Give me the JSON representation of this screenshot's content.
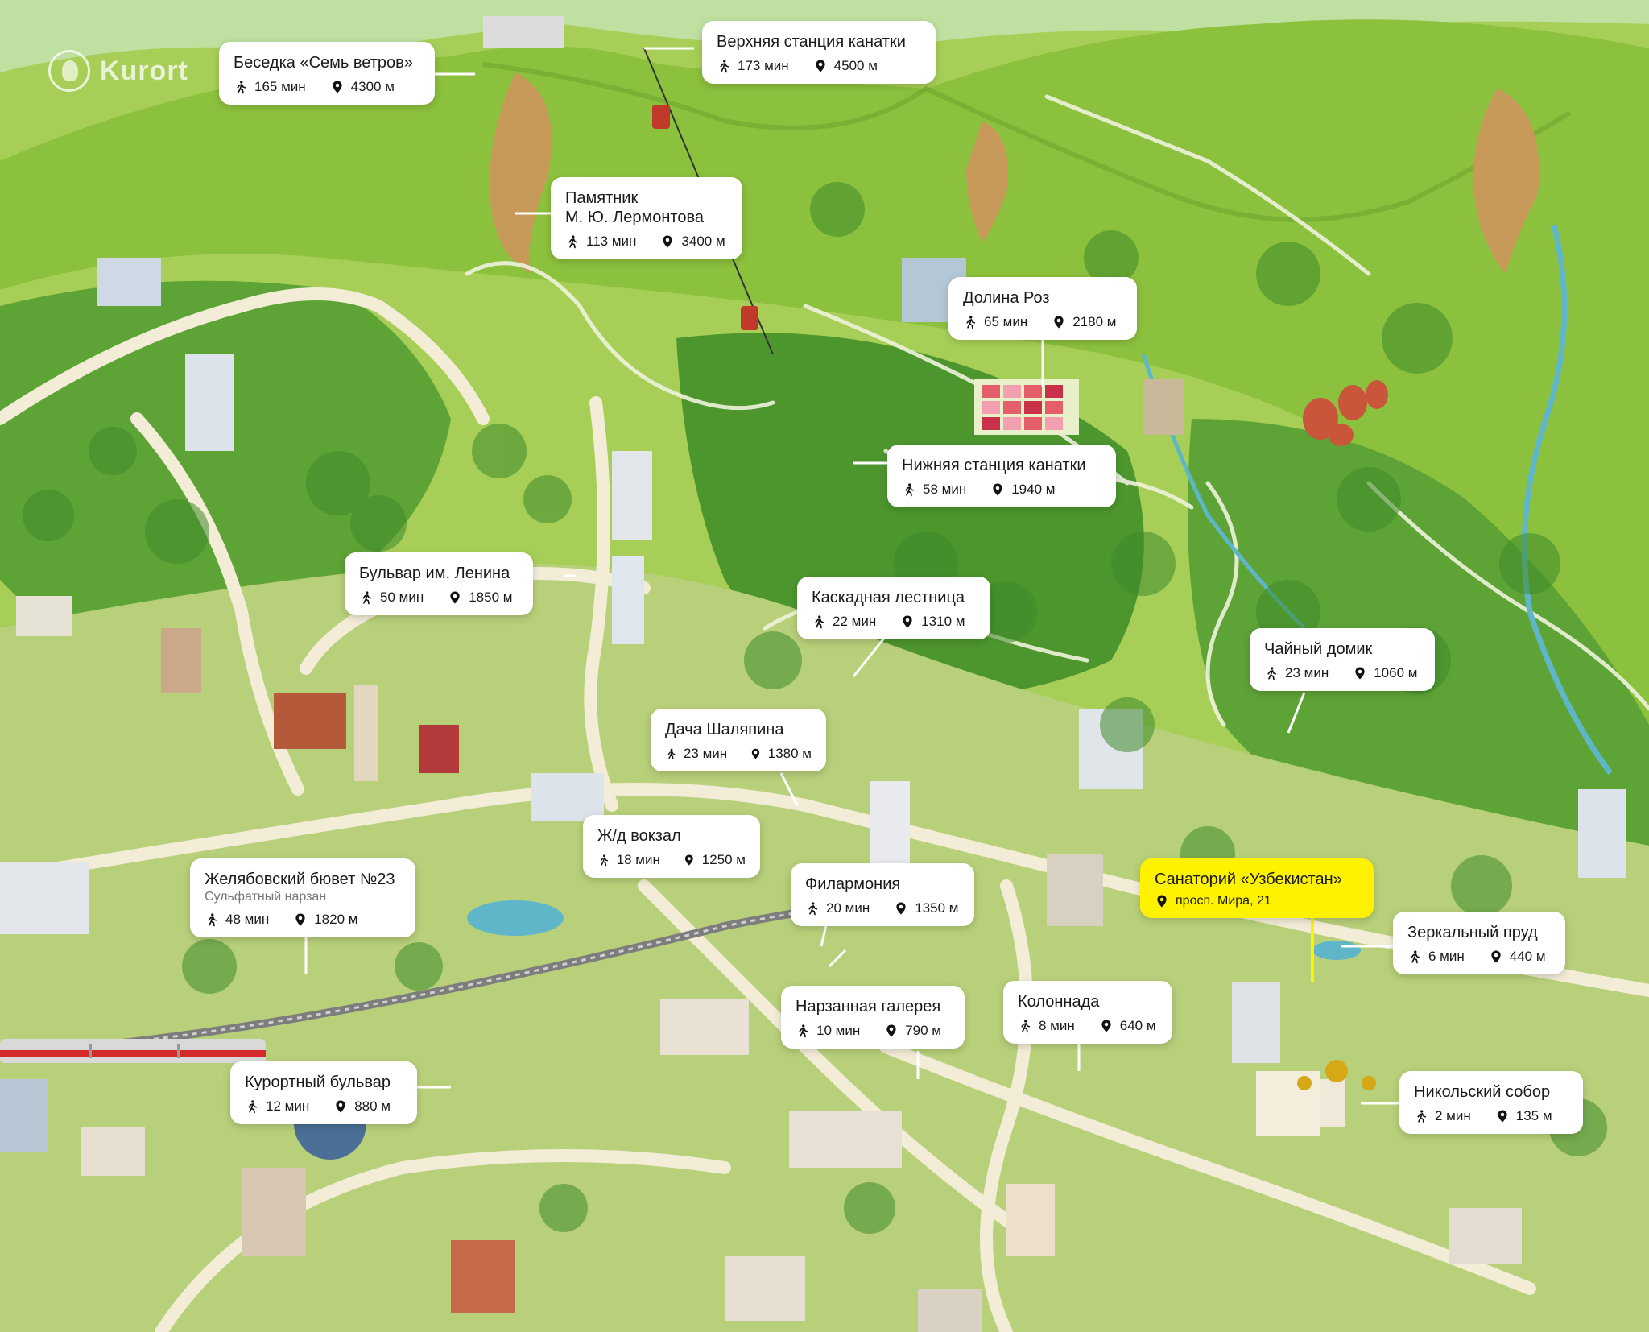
{
  "brand": {
    "name": "Kurort"
  },
  "colors": {
    "grass": "#9cc74a",
    "mountain": "#7fb23a",
    "forest": "#3f8a2c",
    "road": "#f3edd8",
    "rail": "#8a8a8a",
    "water": "#5fb6c9",
    "highlight": "#fff200"
  },
  "icons": {
    "walk": "walk-icon",
    "distance": "pin-icon",
    "address": "pin-icon"
  },
  "places": [
    {
      "id": "besedka",
      "title": "Беседка «Семь ветров»",
      "time": "165 мин",
      "dist": "4300 м"
    },
    {
      "id": "upper-cable",
      "title": "Верхняя станция канатки",
      "time": "173 мин",
      "dist": "4500 м"
    },
    {
      "id": "lermontov",
      "title": "Памятник\nМ. Ю. Лермонтова",
      "time": "113 мин",
      "dist": "3400 м"
    },
    {
      "id": "roses",
      "title": "Долина Роз",
      "time": "65 мин",
      "dist": "2180 м"
    },
    {
      "id": "lower-cable",
      "title": "Нижняя станция канатки",
      "time": "58 мин",
      "dist": "1940 м"
    },
    {
      "id": "lenin",
      "title": "Бульвар им. Ленина",
      "time": "50 мин",
      "dist": "1850 м"
    },
    {
      "id": "cascade",
      "title": "Каскадная лестница",
      "time": "22 мин",
      "dist": "1310 м"
    },
    {
      "id": "tea",
      "title": "Чайный домик",
      "time": "23 мин",
      "dist": "1060 м"
    },
    {
      "id": "shalyapin",
      "title": "Дача Шаляпина",
      "time": "23 мин",
      "dist": "1380 м"
    },
    {
      "id": "station",
      "title": "Ж/д вокзал",
      "time": "18 мин",
      "dist": "1250 м"
    },
    {
      "id": "zhelyabov",
      "title": "Желябовский бювет №23",
      "subtitle": "Сульфатный нарзан",
      "time": "48 мин",
      "dist": "1820 м"
    },
    {
      "id": "philharmonic",
      "title": "Филармония",
      "time": "20 мин",
      "dist": "1350 м"
    },
    {
      "id": "narzan",
      "title": "Нарзанная галерея",
      "time": "10 мин",
      "dist": "790 м"
    },
    {
      "id": "colonnade",
      "title": "Колоннада",
      "time": "8 мин",
      "dist": "640 м"
    },
    {
      "id": "mirror",
      "title": "Зеркальный пруд",
      "time": "6 мин",
      "dist": "440 м"
    },
    {
      "id": "nikolsky",
      "title": "Никольский собор",
      "time": "2 мин",
      "dist": "135 м"
    },
    {
      "id": "kurort-boulevard",
      "title": "Курортный бульвар",
      "time": "12 мин",
      "dist": "880 м"
    }
  ],
  "home": {
    "title": "Санаторий «Узбекистан»",
    "address": "просп. Мира, 21"
  }
}
